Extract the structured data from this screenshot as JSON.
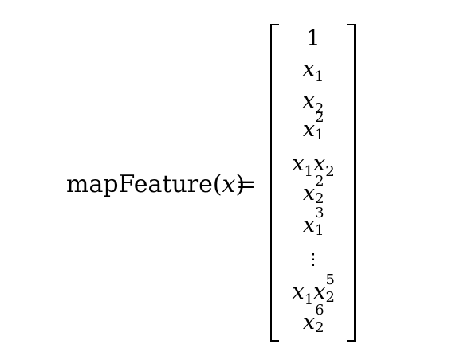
{
  "equation": {
    "lhs": {
      "function_name": "mapFeature",
      "open_paren": "(",
      "argument": "x",
      "close_paren": ")"
    },
    "relation": "=",
    "vector": [
      {
        "base": "1"
      },
      {
        "base": "x",
        "sub": "1"
      },
      {
        "base": "x",
        "sub": "2"
      },
      {
        "base": "x",
        "sub": "1",
        "sup": "2"
      },
      {
        "base1": "x",
        "sub1": "1",
        "base2": "x",
        "sub2": "2"
      },
      {
        "base": "x",
        "sub": "2",
        "sup": "2"
      },
      {
        "base": "x",
        "sub": "1",
        "sup": "3"
      },
      {
        "ellipsis": "⋮"
      },
      {
        "base1": "x",
        "sub1": "1",
        "base2": "x",
        "sub2": "2",
        "sup2": "5"
      },
      {
        "base": "x",
        "sub": "2",
        "sup": "6"
      }
    ]
  }
}
